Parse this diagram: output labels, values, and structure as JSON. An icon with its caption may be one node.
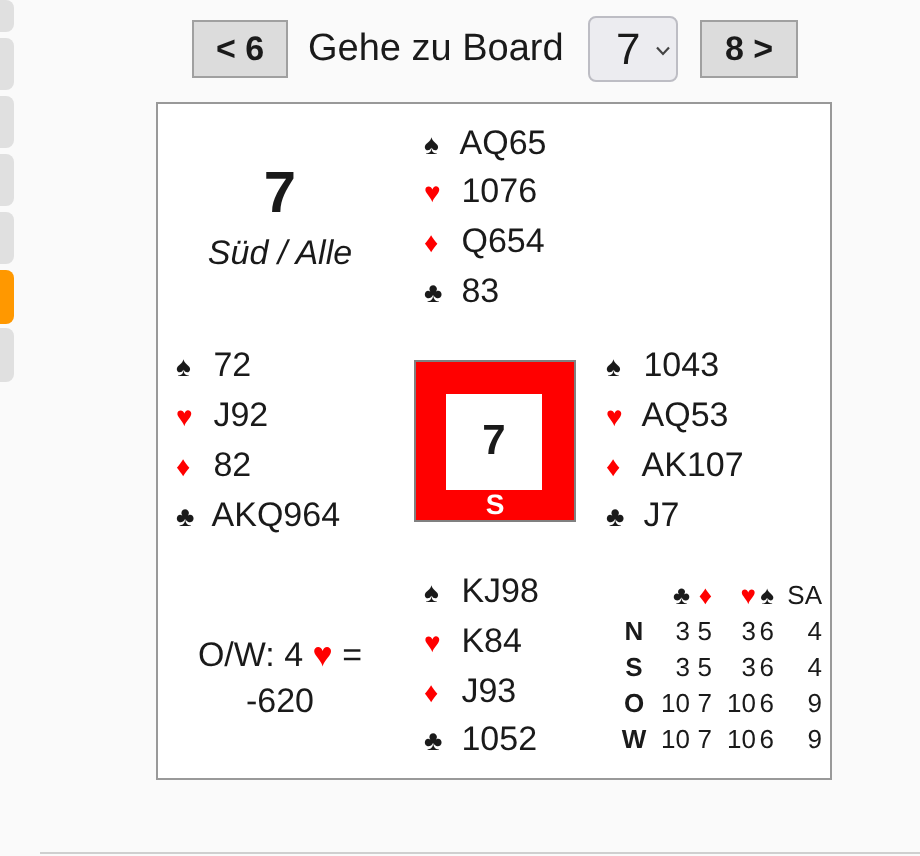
{
  "diagram": {
    "nodes": [
      {
        "text": [
          "< 6"
        ]
      },
      {
        "text": [
          "7"
        ]
      },
      {
        "text": [
          "8 >"
        ]
      },
      {
        "text": [
          "S"
        ]
      },
      {
        "text": [
          "7"
        ],
        "in": 3
      }
    ],
    "labels": [
      "Gehe zu Board",
      "7",
      "Süd / Alle",
      "♠ AQ65",
      "♥ 1076",
      "♦ Q654",
      "♣ 83",
      "♠ 72",
      "♥ J92",
      "♦ 82",
      "♣ AKQ964",
      "♠ 1043",
      "♥ AQ53",
      "♦ AK107",
      "♣ J7",
      "♠ KJ98",
      "♥ K84",
      "♦ J93",
      "♣ 1052",
      "O/W: 4 ♥ = -620",
      "♣",
      "♦",
      "♥",
      "♠",
      "SA",
      "N",
      "3",
      "5",
      "3",
      "6",
      "4",
      "S",
      "3",
      "5",
      "3",
      "6",
      "4",
      "O",
      "10",
      "7",
      "10",
      "6",
      "9",
      "W",
      "10",
      "7",
      "10",
      "6",
      "9"
    ]
  }
}
